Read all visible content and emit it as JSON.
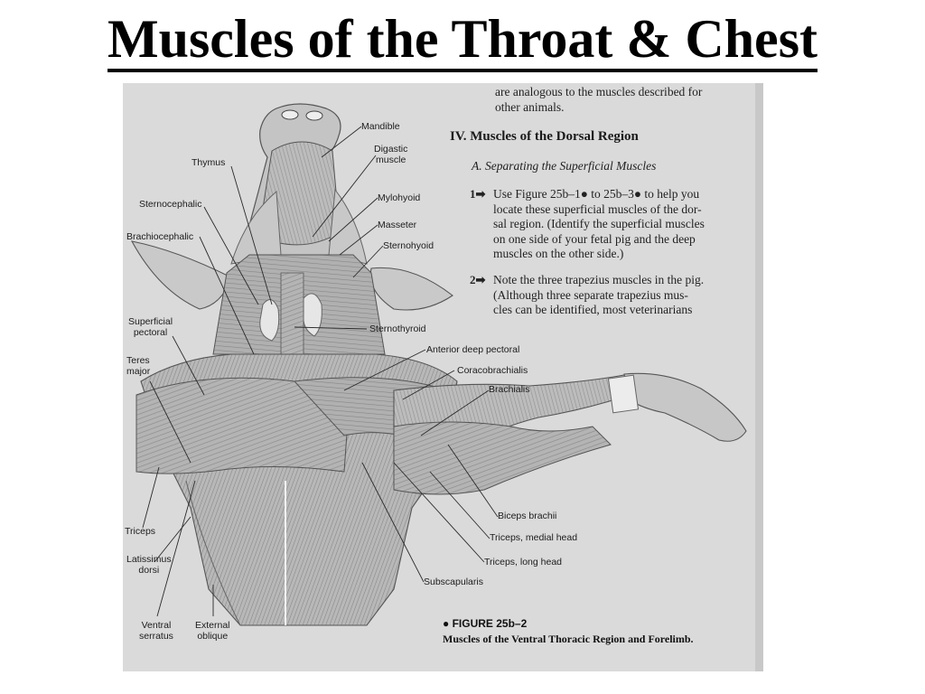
{
  "slide": {
    "title": "Muscles of the Throat & Chest"
  },
  "text": {
    "intro_line1": "are analogous to the muscles described for",
    "intro_line2": "other animals.",
    "heading": "IV.  Muscles of the Dorsal Region",
    "subheading": "A.  Separating the Superficial Muscles",
    "step1_num": "1➡",
    "step1_lines": [
      "Use Figure 25b–1● to 25b–3● to help you",
      "locate these superficial muscles of the dor-",
      "sal region. (Identify the superficial muscles",
      "on one side of your fetal pig and the deep",
      "muscles on the other side.)"
    ],
    "step2_num": "2➡",
    "step2_lines": [
      "Note the three trapezius muscles in the pig.",
      "(Although three separate trapezius mus-",
      "cles can be identified, most veterinarians"
    ]
  },
  "figure": {
    "caption_number": "● FIGURE 25b–2",
    "caption_title": "Muscles of the Ventral Thoracic Region and Forelimb."
  },
  "labels": {
    "mandible": "Mandible",
    "digastric": "Digastic\nmuscle",
    "thymus": "Thymus",
    "mylohyoid": "Mylohyoid",
    "sternocephalic": "Sternocephalic",
    "masseter": "Masseter",
    "brachiocephalic": "Brachiocephalic",
    "sternohyoid": "Sternohyoid",
    "superficial_pectoral": "Superficial\npectoral",
    "sternothyroid": "Sternothyroid",
    "anterior_deep_pectoral": "Anterior deep pectoral",
    "teres_major": "Teres\nmajor",
    "coracobrachialis": "Coracobrachialis",
    "brachialis": "Brachialis",
    "triceps": "Triceps",
    "biceps_brachii": "Biceps brachii",
    "latissimus_dorsi": "Latissimus\ndorsi",
    "triceps_medial": "Triceps, medial head",
    "triceps_long": "Triceps, long head",
    "subscapularis": "Subscapularis",
    "ventral_serratus": "Ventral\nserratus",
    "external_oblique": "External\noblique"
  }
}
